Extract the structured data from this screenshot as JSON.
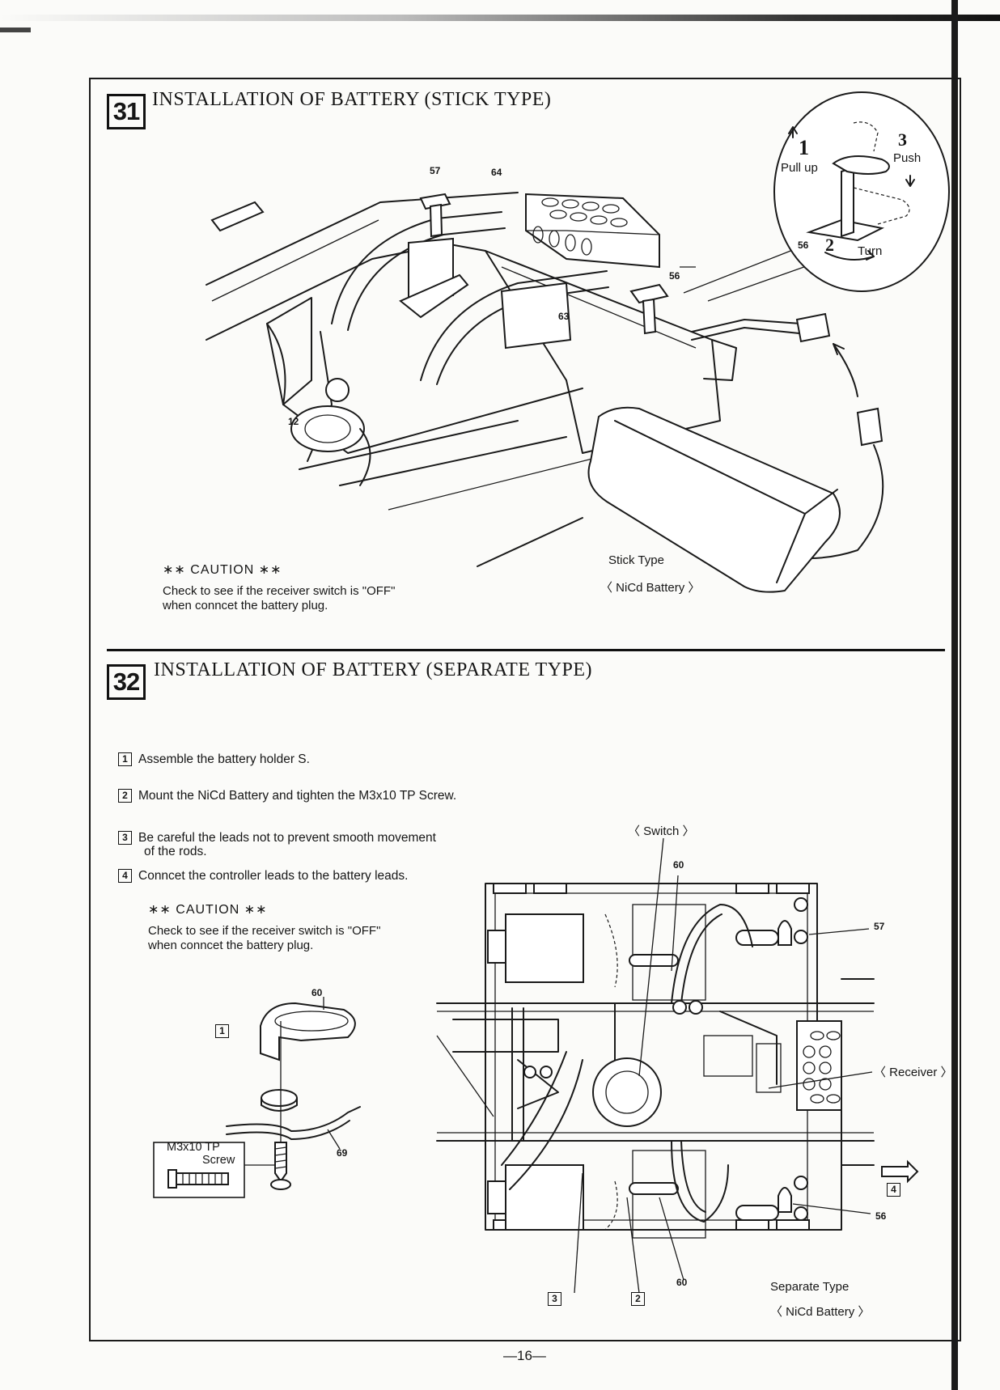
{
  "section31": {
    "number": "31",
    "title": "INSTALLATION OF BATTERY (STICK TYPE)",
    "detail": {
      "step1": "1",
      "pull_up": "Pull up",
      "step2": "2",
      "turn": "Turn",
      "step3": "3",
      "push": "Push"
    },
    "callouts": {
      "p57": "57",
      "p64": "64",
      "p56": "56",
      "p63": "63",
      "p12": "12"
    },
    "caution_title": "∗∗ CAUTION ∗∗",
    "caution_line1": "Check to see if the receiver switch is \"OFF\"",
    "caution_line2": "when conncet the battery plug.",
    "battery_label1": "Stick Type",
    "battery_label2": "〈 NiCd Battery 〉"
  },
  "section32": {
    "number": "32",
    "title": "INSTALLATION OF BATTERY (SEPARATE TYPE)",
    "steps": [
      {
        "no": "1",
        "line1": "Assemble the battery holder S.",
        "line2": ""
      },
      {
        "no": "2",
        "line1": "Mount the NiCd Battery and tighten the M3x10 TP Screw.",
        "line2": ""
      },
      {
        "no": "3",
        "line1": "Be careful the leads not to prevent smooth movement",
        "line2": "of the rods."
      },
      {
        "no": "4",
        "line1": "Conncet the controller leads to the battery leads.",
        "line2": ""
      }
    ],
    "caution_title": "∗∗ CAUTION ∗∗",
    "caution_line1": "Check to see if the receiver switch is \"OFF\"",
    "caution_line2": "when conncet the battery plug.",
    "detail": {
      "step_box": "1",
      "part60": "60",
      "part69": "69",
      "screw_line1": "M3x10 TP",
      "screw_line2": "Screw"
    },
    "chassis": {
      "switch_label": "〈 Switch 〉",
      "p60_top": "60",
      "p57": "57",
      "receiver_label": "〈 Receiver 〉",
      "step4_box": "4",
      "p56": "56",
      "step3_box": "3",
      "step2_box": "2",
      "p60_bottom": "60",
      "battery_label1": "Separate Type",
      "battery_label2": "〈 NiCd Battery 〉"
    }
  },
  "page_number": "—16—"
}
